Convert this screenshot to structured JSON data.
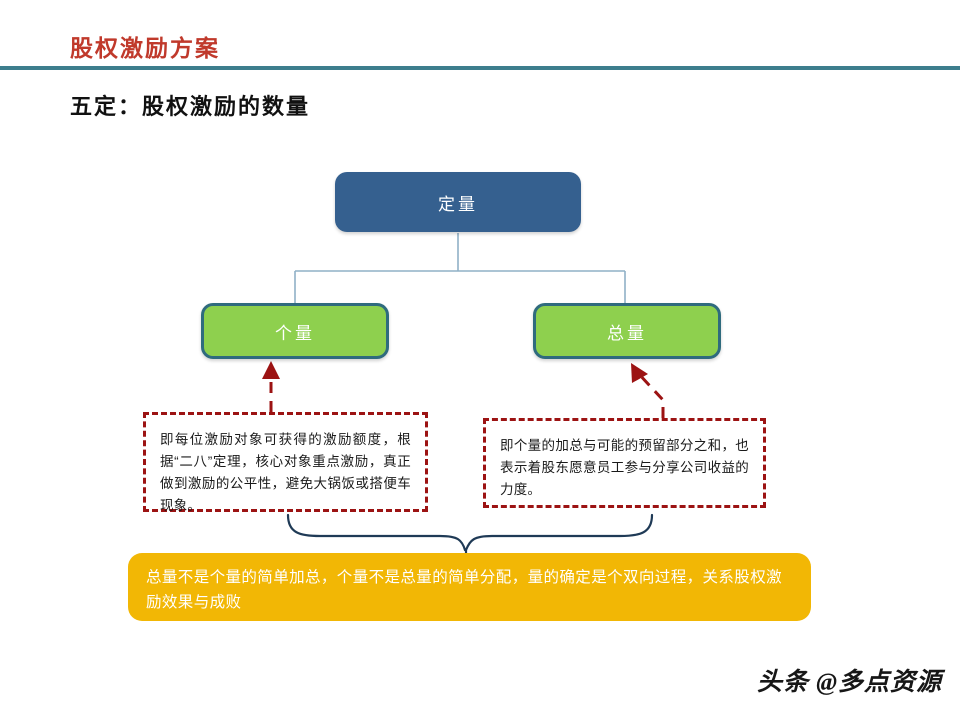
{
  "slide": {
    "header_title": "股权激励方案",
    "subtitle": "五定：股权激励的数量",
    "watermark": "头条 @多点资源"
  },
  "colors": {
    "header_title": "#c0392b",
    "header_rule": "#3d7e8d",
    "top_node_fill": "#35608f",
    "green_node_fill": "#8ed04e",
    "green_node_border": "#2f6b7e",
    "callout_border": "#9c1313",
    "summary_fill": "#f2b705",
    "connector_line": "#8fb0c6",
    "brace_line": "#1f3a56"
  },
  "diagram": {
    "root": {
      "label": "定量"
    },
    "branches": [
      {
        "label": "个量"
      },
      {
        "label": "总量"
      }
    ],
    "callouts": [
      {
        "text": "即每位激励对象可获得的激励额度，根据“二八”定理，核心对象重点激励，真正做到激励的公平性，避免大锅饭或搭便车现象。"
      },
      {
        "text": "即个量的加总与可能的预留部分之和，也表示着股东愿意员工参与分享公司收益的力度。"
      }
    ],
    "summary": {
      "text": "总量不是个量的简单加总，个量不是总量的简单分配，量的确定是个双向过程，关系股权激励效果与成败"
    }
  }
}
